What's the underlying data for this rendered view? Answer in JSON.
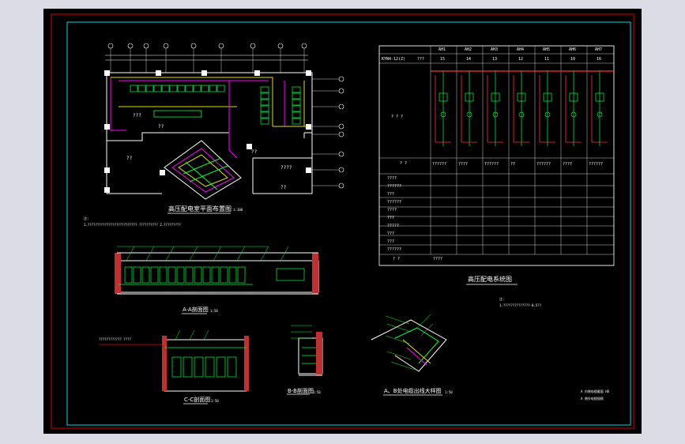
{
  "colors": {
    "paper": "#000000",
    "outer_frame": "#e00000",
    "inner_frame": "#00d8e0",
    "wall": "#ffffff",
    "cabinet": "#00ff40",
    "cable": "#ff00ff",
    "tray": "#e0e000",
    "bus": "#ff3030"
  },
  "plan": {
    "title": "高压配电室平面布置图",
    "scale": "1:100",
    "room_label_1": "??",
    "room_label_2": "??",
    "room_label_3": "??",
    "room_label_4": "????",
    "room_label_5": "??",
    "room_label_6": "???",
    "note_head": "注:",
    "note_line": "1.?????????????????????????? ?????????? 2.?????????"
  },
  "sections": {
    "aa_title": "A-A剖面图",
    "bb_title": "B-B剖面图",
    "cc_title": "C-C剖面图",
    "detail_title": "A、B处电缆出线大样图",
    "scale": "1:50",
    "cc_note": "???????????? ????"
  },
  "schematic": {
    "title": "高压配电系统图",
    "note_head": "注:",
    "note_line": "1.??????????????-0.5??",
    "label_cabinet_type": "KYN4-12(Z)",
    "label_number": "???",
    "label_scheme": "? ? ?",
    "label_usage": "? ?",
    "label_name": "? ?",
    "panels": [
      "AH1",
      "AH2",
      "AH3",
      "AH4",
      "AH5",
      "AH6",
      "AH7"
    ],
    "panel_codes": [
      "15",
      "14",
      "13",
      "12",
      "11",
      "10",
      "16"
    ],
    "panel_usage": [
      "??????",
      "????",
      "??????",
      "??",
      "??????",
      "????",
      "??????"
    ],
    "row_labels": [
      "????",
      "??????",
      "???",
      "??????",
      "????",
      "???",
      "?????",
      "???",
      "???",
      "??????"
    ],
    "last_row": [
      "????"
    ],
    "footnote_a": "A 内侧电缆截面 HD",
    "footnote_b": "A 侧外电缆规格"
  }
}
